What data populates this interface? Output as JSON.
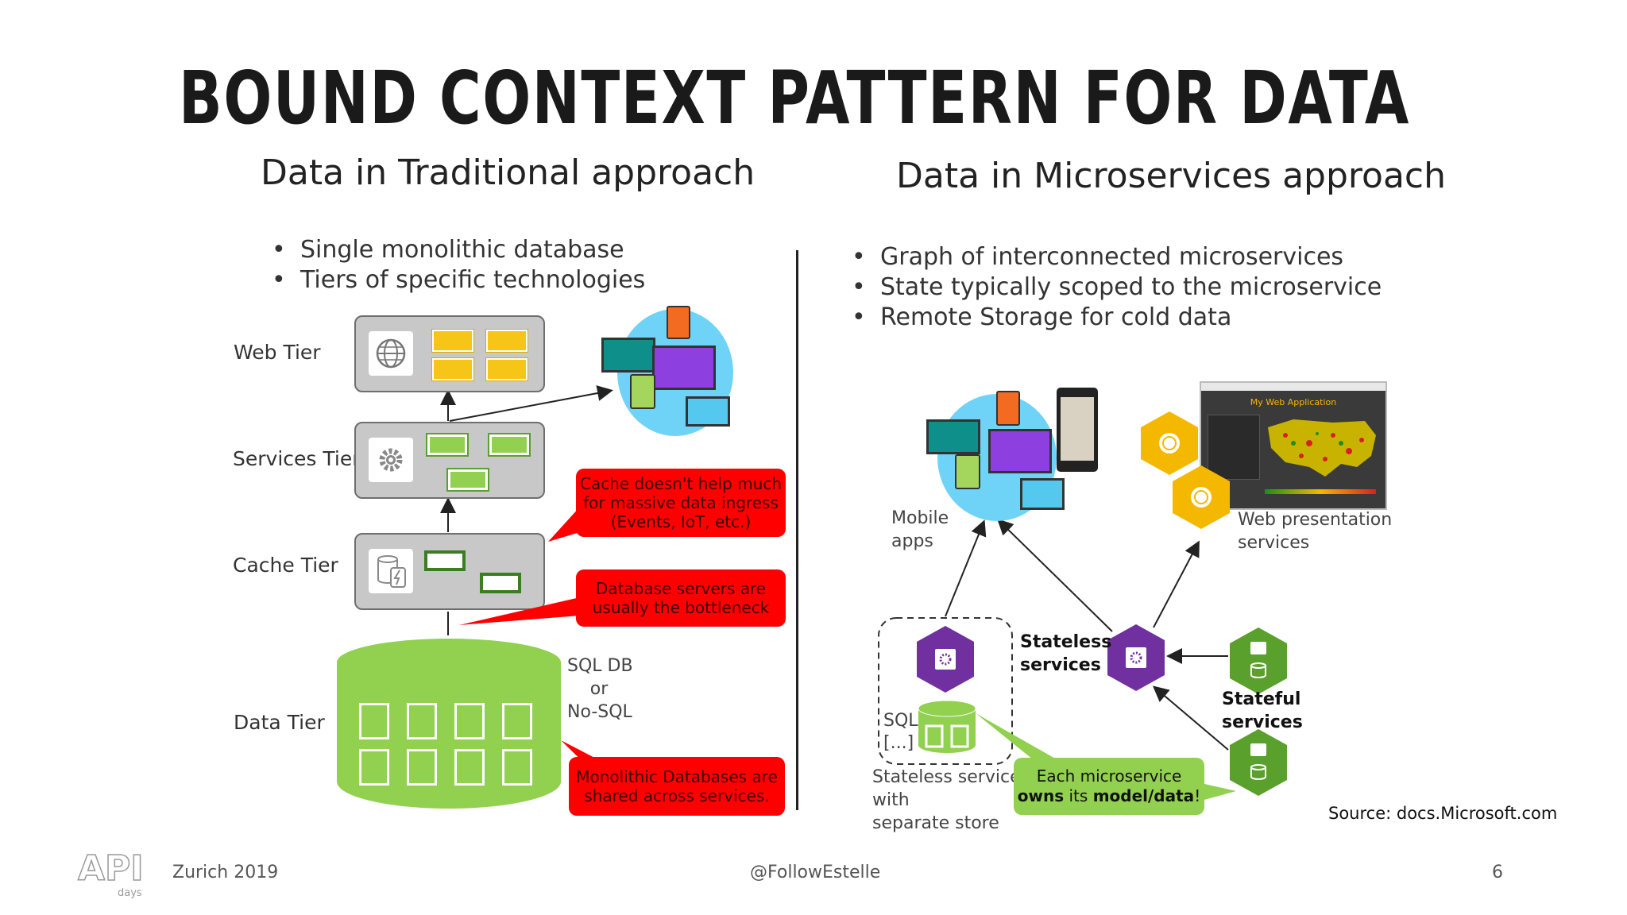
{
  "title": "BOUND CONTEXT PATTERN FOR DATA",
  "left": {
    "subtitle": "Data in Traditional approach",
    "bullets": [
      "Single monolithic database",
      "Tiers of specific technologies"
    ],
    "tiers": {
      "web": "Web Tier",
      "services": "Services Tier",
      "cache": "Cache Tier",
      "data": "Data Tier"
    },
    "db_label": {
      "line1": "SQL DB",
      "line2": "or",
      "line3": "No-SQL"
    },
    "callouts": {
      "cache": "Cache doesn't help much for massive data ingress (Events, IoT, etc.)",
      "bottleneck": "Database servers are usually the bottleneck",
      "monolithic": "Monolithic Databases are shared across services."
    }
  },
  "right": {
    "subtitle": "Data in Microservices approach",
    "bullets": [
      "Graph of interconnected microservices",
      "State typically scoped to the microservice",
      "Remote Storage for cold data"
    ],
    "mobile_apps": {
      "line1": "Mobile",
      "line2": "apps"
    },
    "web_presentation": {
      "line1": "Web presentation",
      "line2": "services"
    },
    "web_app_title": "My Web Application",
    "stateless": {
      "line1": "Stateless",
      "line2": "services"
    },
    "stateful": {
      "line1": "Stateful",
      "line2": "services"
    },
    "sql": {
      "line1": "SQL",
      "line2": "[...]"
    },
    "stateless_store": {
      "line1": "Stateless services",
      "line2": "with",
      "line3": "separate store"
    },
    "each_micro": {
      "line1": "Each microservice",
      "line2a": "owns",
      "line2b": " its ",
      "line2c": "model/data",
      "line2d": "!"
    },
    "source": "Source: docs.Microsoft.com"
  },
  "footer": {
    "logo_text": "API days",
    "event": "Zurich 2019",
    "handle": "@FollowEstelle",
    "page": "6"
  },
  "colors": {
    "callout_red": "#ff0000",
    "data_green": "#92d050",
    "hex_purple": "#7030a0",
    "hex_green": "#5aa02c",
    "hex_orange": "#f5b800",
    "device_blue": "#6fd3f7"
  }
}
